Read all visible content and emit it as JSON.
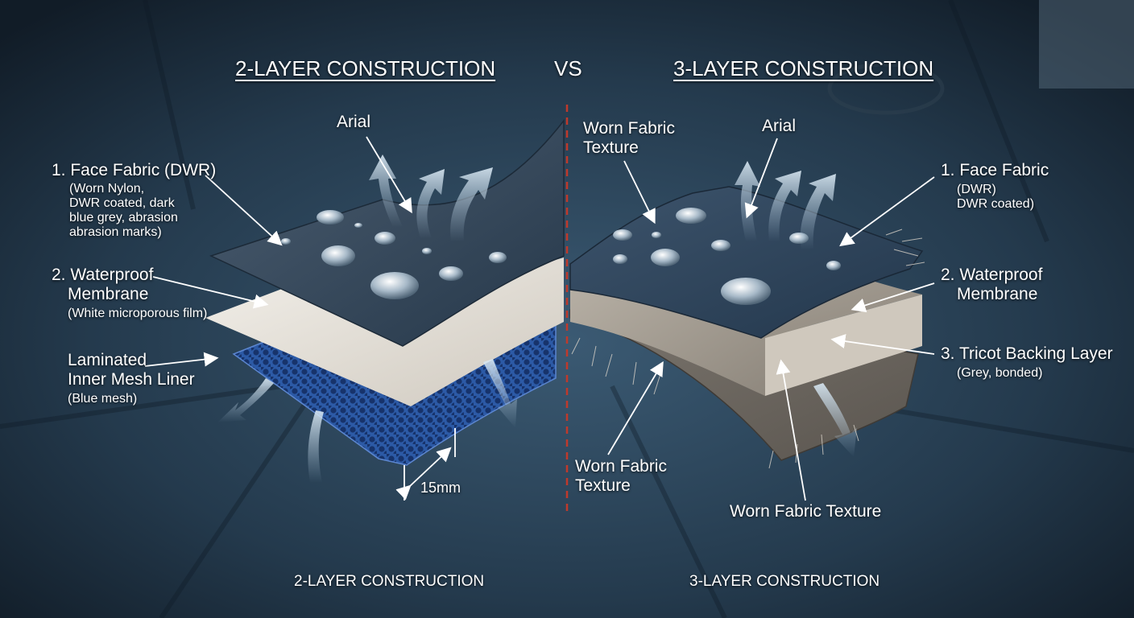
{
  "headers": {
    "left_title": "2-LAYER CONSTRUCTION",
    "vs": "VS",
    "right_title": "3-LAYER CONSTRUCTION"
  },
  "left": {
    "arial": "Arial",
    "face_fabric": {
      "title": "1. Face Fabric (DWR)",
      "details": [
        "(Worn Nylon,",
        "DWR coated, dark",
        "blue grey, abrasion",
        "abrasion marks)"
      ]
    },
    "membrane": {
      "title_lines": [
        "2. Waterproof",
        "Membrane"
      ],
      "detail": "(White microporous film)"
    },
    "mesh": {
      "title_lines": [
        "Laminated",
        "Inner Mesh Liner"
      ],
      "detail": "(Blue mesh)"
    },
    "dimension": "15mm",
    "footer": "2-LAYER CONSTRUCTION"
  },
  "right": {
    "arial": "Arial",
    "worn_top_lines": [
      "Worn Fabric",
      "Texture"
    ],
    "face_fabric": {
      "title": "1. Face Fabric",
      "details": [
        "(DWR)",
        "DWR coated)"
      ]
    },
    "membrane": {
      "title_lines": [
        "2. Waterproof",
        "Membrane"
      ]
    },
    "tricot": {
      "title": "3. Tricot Backing Layer",
      "detail": "(Grey, bonded)"
    },
    "worn_mid_lines": [
      "Worn Fabric",
      "Texture"
    ],
    "worn_bottom": "Worn Fabric Texture",
    "footer": "3-LAYER CONSTRUCTION"
  },
  "colors": {
    "background": "#213546",
    "face_fabric": "#34485c",
    "membrane": "#ece8e0",
    "mesh": "#2e5aa8",
    "tricot": "#8f8a84",
    "divider": "#c0392b"
  }
}
